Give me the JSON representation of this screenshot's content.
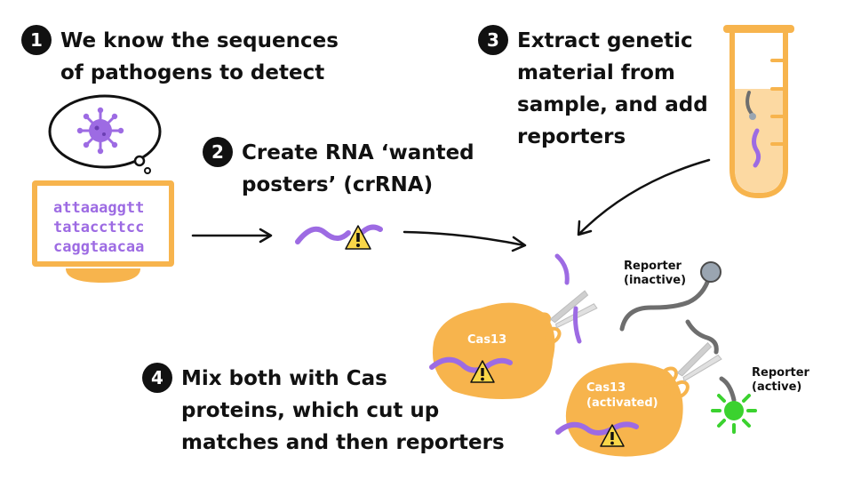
{
  "steps": [
    {
      "number": "1",
      "lines": [
        "We know the sequences",
        "of pathogens to detect"
      ]
    },
    {
      "number": "2",
      "lines": [
        "Create RNA ‘wanted",
        "posters’ (crRNA)"
      ]
    },
    {
      "number": "3",
      "lines": [
        "Extract genetic",
        "material from",
        "sample, and add",
        "reporters"
      ]
    },
    {
      "number": "4",
      "lines": [
        "Mix both with Cas",
        "proteins, which cut up",
        "matches and then reporters"
      ]
    }
  ],
  "sequence_lines": [
    "attaaaggtt",
    "tataccttcc",
    "caggtaacaa"
  ],
  "labels": {
    "reporter_inactive": [
      "Reporter",
      "(inactive)"
    ],
    "reporter_active": [
      "Reporter",
      "(active)"
    ],
    "cas13": "Cas13",
    "cas13_activated": [
      "Cas13",
      "(activated)"
    ]
  },
  "colors": {
    "orange": "#f7b44d",
    "purple": "#9d6be3",
    "gray_strand": "#6e6e6e",
    "reporter_ball": "#9aa5b1",
    "active_green": "#3bd22f",
    "warning_yellow": "#f9d648"
  },
  "icons": [
    "virus-icon",
    "thought-bubble",
    "computer-monitor",
    "test-tube",
    "scissors-icon",
    "warning-icon"
  ]
}
